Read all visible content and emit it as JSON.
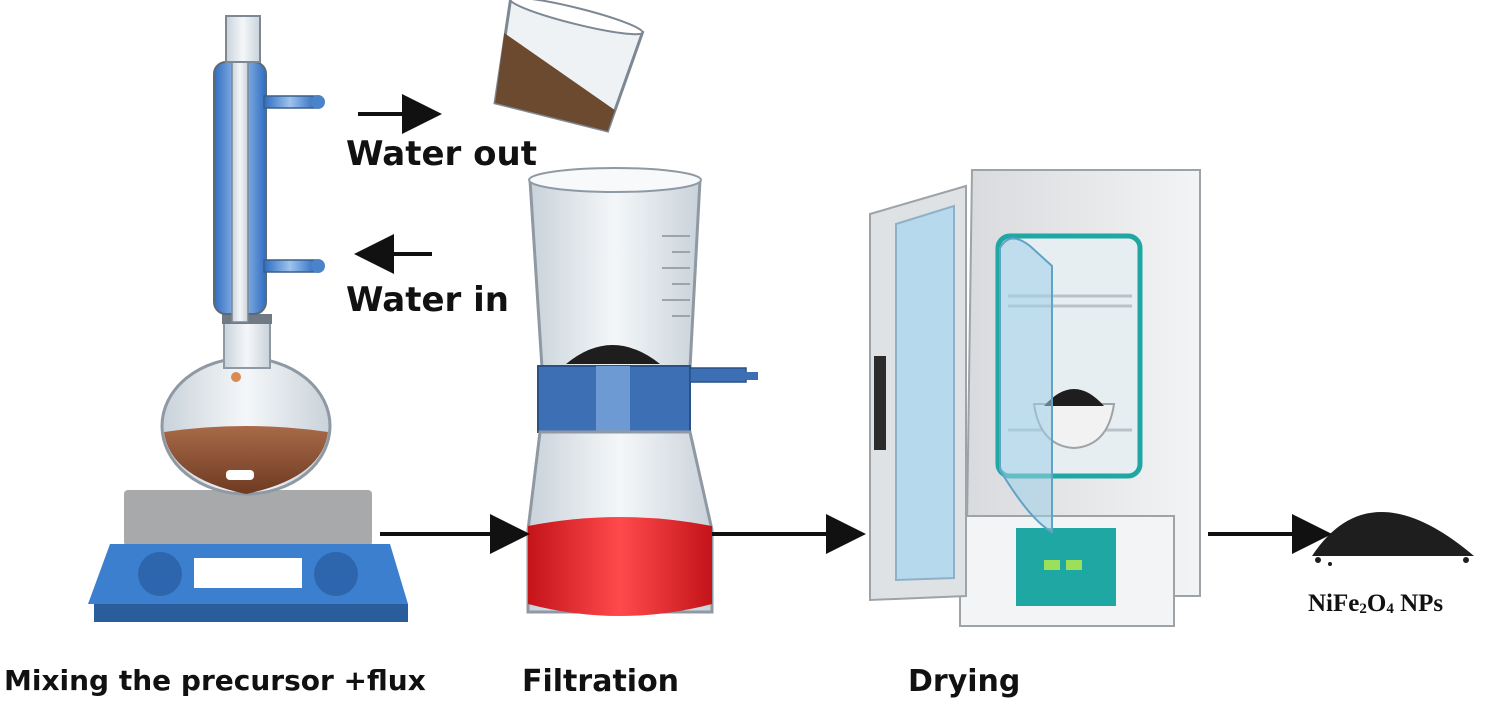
{
  "labels": {
    "water_out": "Water out",
    "water_in": "Water in",
    "mixing": "Mixing the precursor +flux",
    "filtration": "Filtration",
    "drying": "Drying",
    "product": {
      "p1": "NiFe",
      "s1": "2",
      "p2": "O",
      "s2": "4",
      "p3": " NPs"
    }
  },
  "colors": {
    "solution": "#8a4a2e",
    "filtrate": "#e8282a",
    "coolant": "#3f7fd1",
    "powder": "#1e1e1e",
    "oven_panel": "#1fa7a3",
    "hotplate": "#3c7fcf"
  }
}
